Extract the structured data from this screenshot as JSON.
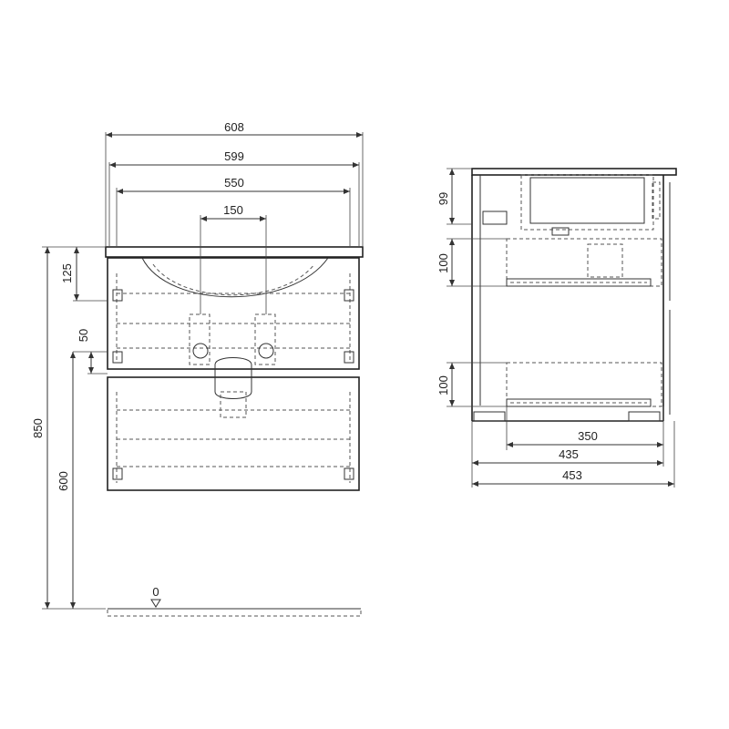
{
  "front_view": {
    "width_total": "608",
    "width_inner": "599",
    "width_basin": "550",
    "width_outlet": "150",
    "height_total": "850",
    "height_top": "125",
    "height_gap": "50",
    "height_floor": "600",
    "floor_marker": "0"
  },
  "side_view": {
    "height_top": "99",
    "height_drawer1": "100",
    "height_drawer2": "100",
    "depth_drawer": "350",
    "depth_body": "435",
    "depth_total": "453"
  },
  "colors": {
    "line": "#333333",
    "background": "#ffffff"
  }
}
